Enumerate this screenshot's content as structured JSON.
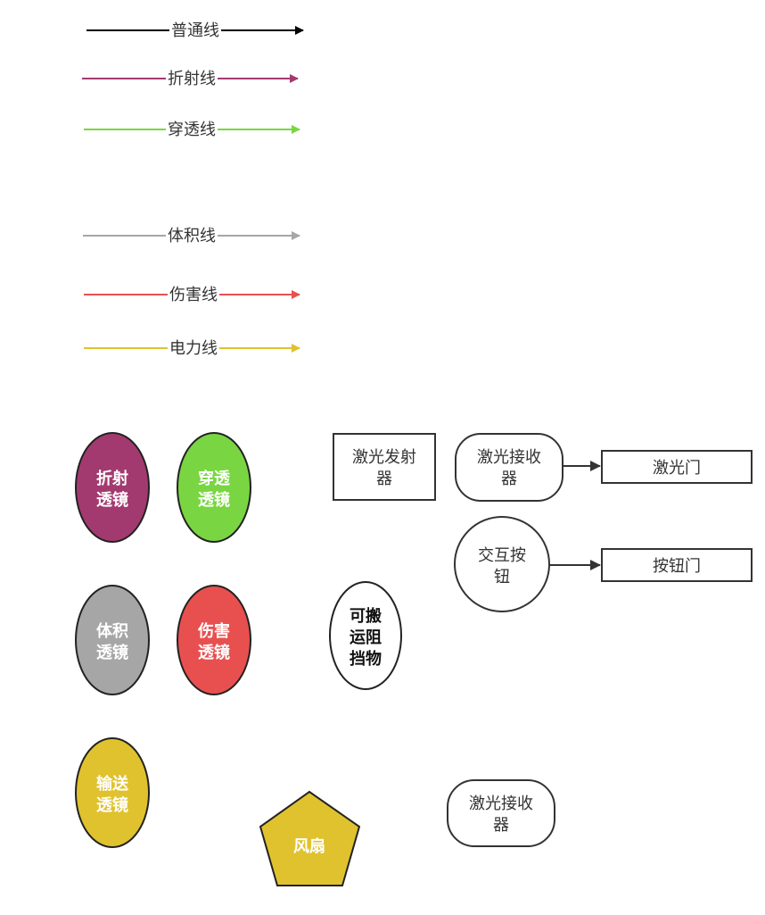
{
  "legend": [
    {
      "id": "normal",
      "label": "普通线",
      "color": "#000000"
    },
    {
      "id": "refract",
      "label": "折射线",
      "color": "#a33a6f"
    },
    {
      "id": "penetrate",
      "label": "穿透线",
      "color": "#79d642"
    },
    {
      "id": "volume",
      "label": "体积线",
      "color": "#a6a6a6"
    },
    {
      "id": "damage",
      "label": "伤害线",
      "color": "#e85050"
    },
    {
      "id": "power",
      "label": "电力线",
      "color": "#e0c22e"
    }
  ],
  "lenses": [
    {
      "id": "refract",
      "lines": [
        "折射",
        "透镜"
      ],
      "color": "#a33a6f"
    },
    {
      "id": "penetrate",
      "lines": [
        "穿透",
        "透镜"
      ],
      "color": "#79d642"
    },
    {
      "id": "volume",
      "lines": [
        "体积",
        "透镜"
      ],
      "color": "#a6a6a6"
    },
    {
      "id": "damage",
      "lines": [
        "伤害",
        "透镜"
      ],
      "color": "#e85050"
    },
    {
      "id": "conveyor",
      "lines": [
        "输送",
        "透镜"
      ],
      "color": "#e0c22e"
    }
  ],
  "nodes": {
    "emitter": {
      "lines": [
        "激光发射",
        "器"
      ]
    },
    "receiver1": {
      "lines": [
        "激光接收",
        "器"
      ]
    },
    "laser_gate": {
      "label": "激光门"
    },
    "button": {
      "lines": [
        "交互按",
        "钮"
      ]
    },
    "button_gate": {
      "label": "按钮门"
    },
    "movable": {
      "lines": [
        "可搬",
        "运阻",
        "挡物"
      ]
    },
    "receiver2": {
      "lines": [
        "激光接收",
        "器"
      ]
    },
    "fan": {
      "label": "风扇",
      "color": "#e0c22e"
    }
  }
}
